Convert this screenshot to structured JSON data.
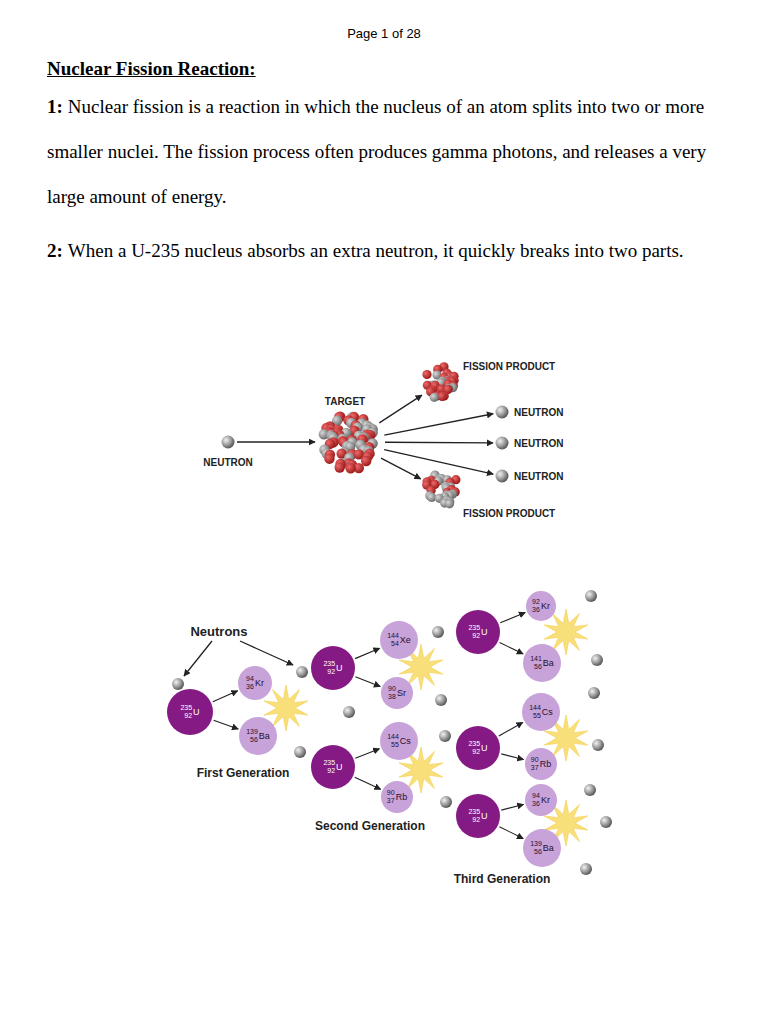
{
  "diagram": {
    "title": "Nuclear Fission Reaction:",
    "nodes": [
      {
        "text": [
          "NEUTRON"
        ]
      },
      {
        "text": [
          "TARGET"
        ]
      },
      {
        "text": [
          "FISSION PRODUCT"
        ]
      },
      {
        "text": [
          "NEUTRON"
        ]
      },
      {
        "text": [
          "NEUTRON"
        ]
      },
      {
        "text": [
          "NEUTRON"
        ]
      },
      {
        "text": [
          "FISSION PRODUCT"
        ]
      },
      {
        "text": [
          "235",
          "92",
          "U"
        ]
      },
      {
        "text": [
          "94",
          "36",
          "Kr"
        ]
      },
      {
        "text": [
          "139",
          "56",
          "Ba"
        ]
      },
      {
        "text": [
          "235",
          "92",
          "U"
        ]
      },
      {
        "text": [
          "144",
          "54",
          "Xe"
        ]
      },
      {
        "text": [
          "90",
          "38",
          "Sr"
        ]
      },
      {
        "text": [
          "235",
          "92",
          "U"
        ]
      },
      {
        "text": [
          "144",
          "55",
          "Cs"
        ]
      },
      {
        "text": [
          "90",
          "37",
          "Rb"
        ]
      },
      {
        "text": [
          "235",
          "92",
          "U"
        ]
      },
      {
        "text": [
          "92",
          "36",
          "Kr"
        ]
      },
      {
        "text": [
          "141",
          "56",
          "Ba"
        ]
      },
      {
        "text": [
          "235",
          "92",
          "U"
        ]
      },
      {
        "text": [
          "144",
          "55",
          "Cs"
        ]
      },
      {
        "text": [
          "90",
          "37",
          "Rb"
        ]
      },
      {
        "text": [
          "235",
          "92",
          "U"
        ]
      },
      {
        "text": [
          "94",
          "36",
          "Kr"
        ]
      },
      {
        "text": [
          "139",
          "56",
          "Ba"
        ]
      }
    ],
    "edges": [
      {
        "from": 0,
        "to": 1,
        "arrow": "to"
      },
      {
        "from": 1,
        "to": 2,
        "arrow": "to"
      },
      {
        "from": 1,
        "to": 3,
        "arrow": "to"
      },
      {
        "from": 1,
        "to": 4,
        "arrow": "to"
      },
      {
        "from": 1,
        "to": 5,
        "arrow": "to"
      },
      {
        "from": 1,
        "to": 6,
        "arrow": "to"
      },
      {
        "from": 7,
        "to": 8,
        "arrow": "to"
      },
      {
        "from": 7,
        "to": 9,
        "arrow": "to"
      },
      {
        "from": 10,
        "to": 11,
        "arrow": "to"
      },
      {
        "from": 10,
        "to": 12,
        "arrow": "to"
      },
      {
        "from": 13,
        "to": 14,
        "arrow": "to"
      },
      {
        "from": 13,
        "to": 15,
        "arrow": "to"
      },
      {
        "from": 16,
        "to": 17,
        "arrow": "to"
      },
      {
        "from": 16,
        "to": 18,
        "arrow": "to"
      },
      {
        "from": 19,
        "to": 20,
        "arrow": "to"
      },
      {
        "from": 19,
        "to": 21,
        "arrow": "to"
      },
      {
        "from": 22,
        "to": 23,
        "arrow": "to"
      },
      {
        "from": 22,
        "to": 24,
        "arrow": "to"
      }
    ],
    "labels": [
      "Page 1 of 28",
      "1:",
      "Nuclear fission is a reaction in which the nucleus of an atom splits into two or more smaller nuclei. The fission process often produces gamma photons, and releases a very large amount of energy.",
      "2:",
      "When a U-235 nucleus absorbs an extra neutron, it quickly breaks into two parts.",
      "Neutrons",
      "First Generation",
      "Second Generation",
      "Third Generation"
    ]
  }
}
